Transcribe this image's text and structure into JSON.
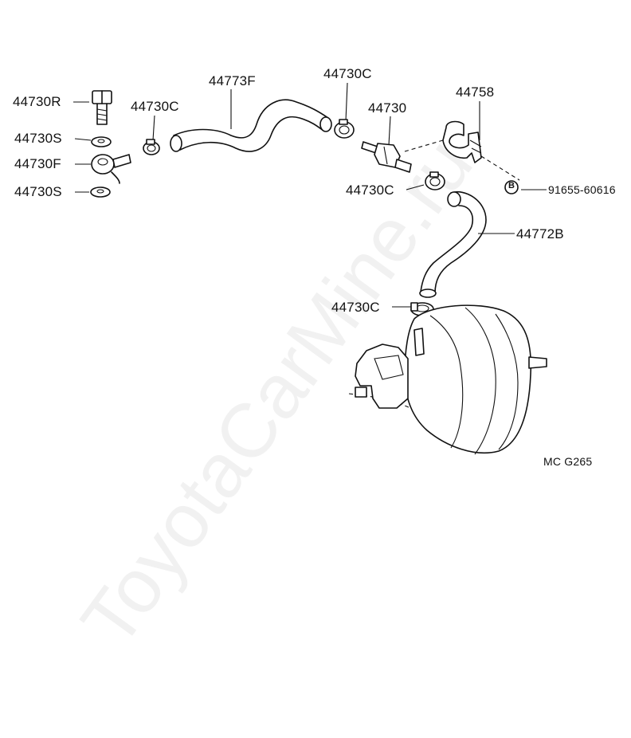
{
  "labels": {
    "p44730R": "44730R",
    "p44730S_top": "44730S",
    "p44730F": "44730F",
    "p44730S_bottom": "44730S",
    "p44730C_left": "44730C",
    "p44773F": "44773F",
    "p44730C_top": "44730C",
    "p44730": "44730",
    "p44758": "44758",
    "p44730C_mid": "44730C",
    "p91655": "91655-60616",
    "p44772B": "44772B",
    "p44730C_bottom": "44730C",
    "code": "MC  G265",
    "circle_b": "B"
  },
  "watermark": "ToyotaCarMine.ru"
}
